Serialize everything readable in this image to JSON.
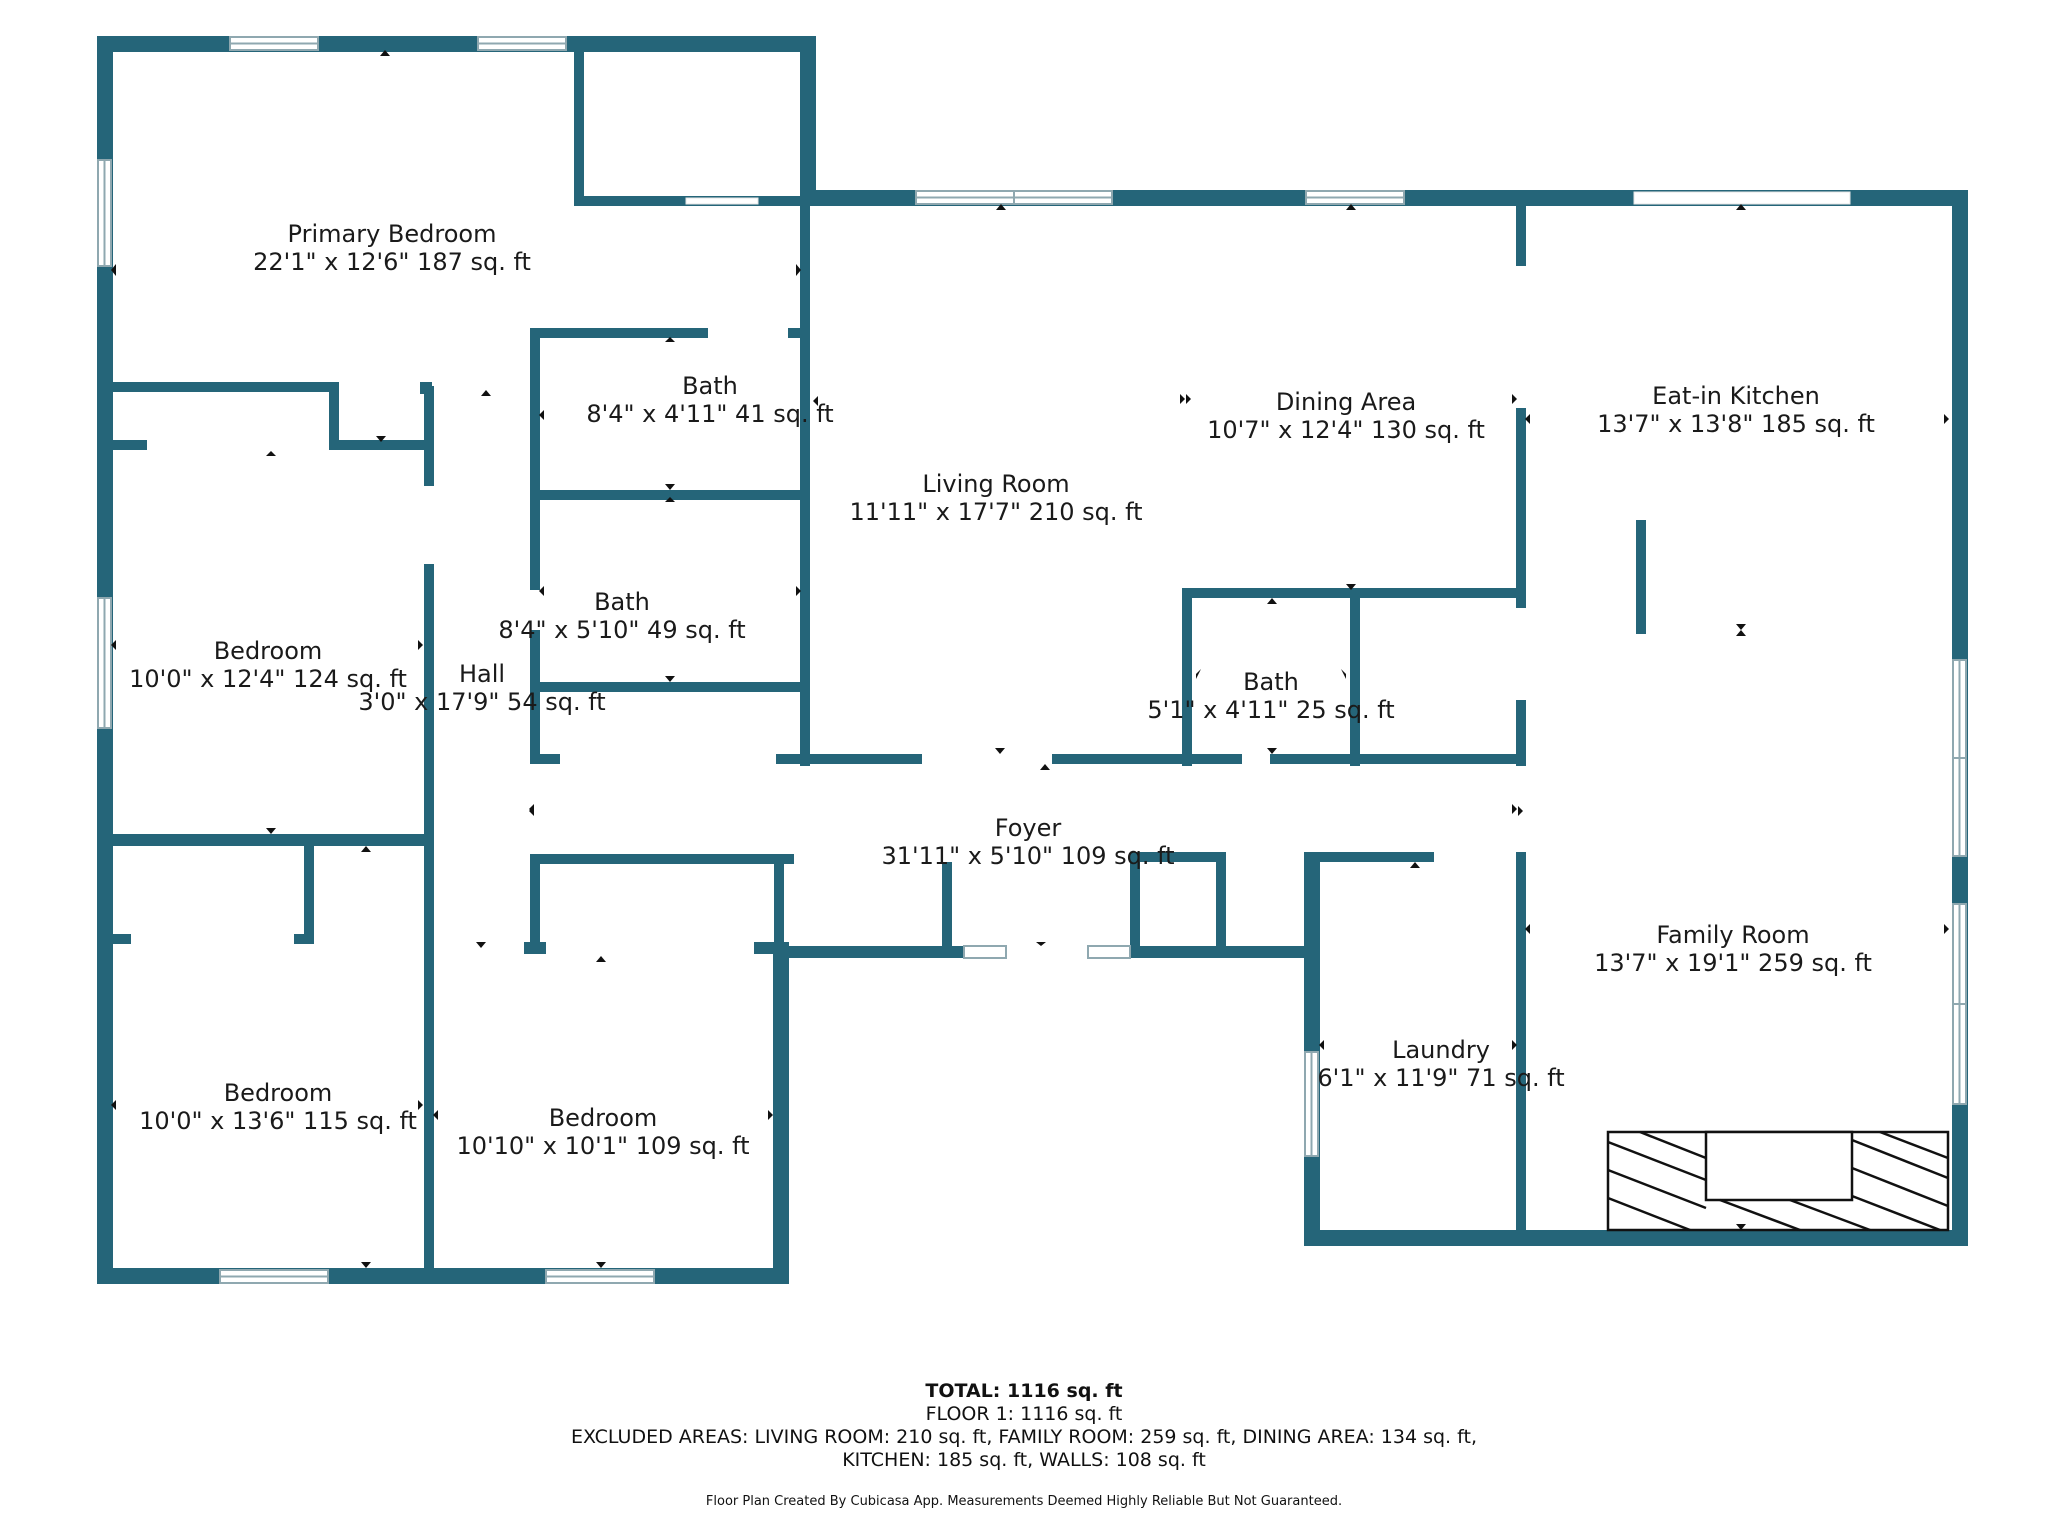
{
  "colors": {
    "wall": "#256579",
    "window": "#8fa8b0",
    "text": "#1a1a1a",
    "background": "#ffffff"
  },
  "rooms": [
    {
      "id": "primary-bedroom",
      "name": "Primary Bedroom",
      "dims": "22'1\" x 12'6\" 187 sq. ft"
    },
    {
      "id": "bath-1",
      "name": "Bath",
      "dims": "8'4\" x 4'11\" 41 sq. ft"
    },
    {
      "id": "bath-2",
      "name": "Bath",
      "dims": "8'4\" x 5'10\" 49 sq. ft"
    },
    {
      "id": "bedroom-1",
      "name": "Bedroom",
      "dims": "10'0\" x 12'4\" 124 sq. ft"
    },
    {
      "id": "hall",
      "name": "Hall",
      "dims": "3'0\" x 17'9\" 54 sq. ft"
    },
    {
      "id": "living-room",
      "name": "Living Room",
      "dims": "11'11\" x 17'7\" 210 sq. ft"
    },
    {
      "id": "dining-area",
      "name": "Dining Area",
      "dims": "10'7\" x 12'4\" 130 sq. ft"
    },
    {
      "id": "eat-in-kitchen",
      "name": "Eat-in Kitchen",
      "dims": "13'7\" x 13'8\" 185 sq. ft"
    },
    {
      "id": "bath-3",
      "name": "Bath",
      "dims": "5'1\" x 4'11\" 25 sq. ft"
    },
    {
      "id": "foyer",
      "name": "Foyer",
      "dims": "31'11\" x 5'10\" 109 sq. ft"
    },
    {
      "id": "family-room",
      "name": "Family Room",
      "dims": "13'7\" x 19'1\" 259 sq. ft"
    },
    {
      "id": "bedroom-2",
      "name": "Bedroom",
      "dims": "10'0\" x 13'6\" 115 sq. ft"
    },
    {
      "id": "bedroom-3",
      "name": "Bedroom",
      "dims": "10'10\" x 10'1\" 109 sq. ft"
    },
    {
      "id": "laundry",
      "name": "Laundry",
      "dims": "6'1\" x 11'9\" 71 sq. ft"
    }
  ],
  "footer": {
    "total": "TOTAL: 1116 sq. ft",
    "floor": "FLOOR 1: 1116 sq. ft",
    "excluded_1": "EXCLUDED AREAS: LIVING ROOM: 210 sq. ft, FAMILY ROOM: 259 sq. ft, DINING AREA: 134 sq. ft,",
    "excluded_2": "KITCHEN: 185 sq. ft, WALLS: 108 sq. ft",
    "disclaimer": "Floor Plan Created By Cubicasa App. Measurements Deemed Highly Reliable But Not Guaranteed."
  }
}
